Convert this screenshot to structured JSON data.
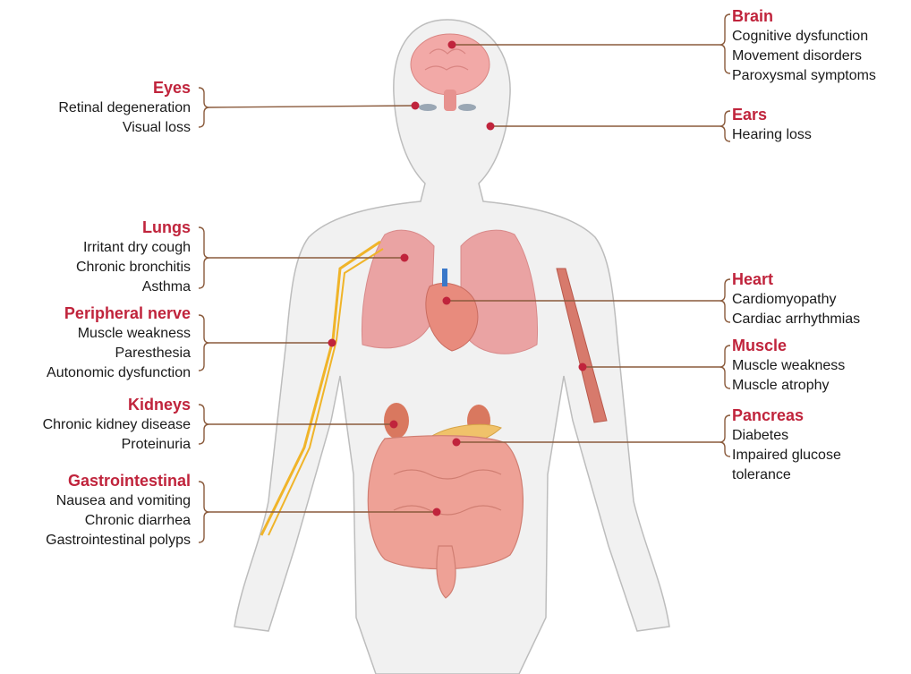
{
  "colors": {
    "accent": "#c0243c",
    "connector": "#8a5a3c",
    "dot": "#c0243c",
    "body_fill": "#f1f1f1",
    "body_stroke": "#bdbdbd",
    "brain": "#f2a9a7",
    "lung": "#eaa3a3",
    "organ": "#e99a8f",
    "nerve": "#f0b429",
    "heart": "#e88b7d"
  },
  "icons": [
    "human-body-outline",
    "brain-icon",
    "lungs-icon",
    "heart-icon",
    "muscle-icon",
    "pancreas-icon",
    "kidneys-icon",
    "intestines-icon",
    "nerve-icon"
  ],
  "groups": {
    "brain": {
      "title": "Brain",
      "items": [
        "Cognitive dysfunction",
        "Movement disorders",
        "Paroxysmal symptoms"
      ]
    },
    "eyes": {
      "title": "Eyes",
      "items": [
        "Retinal degeneration",
        "Visual loss"
      ]
    },
    "ears": {
      "title": "Ears",
      "items": [
        "Hearing loss"
      ]
    },
    "lungs": {
      "title": "Lungs",
      "items": [
        "Irritant dry cough",
        "Chronic bronchitis",
        "Asthma"
      ]
    },
    "peripheral_nerve": {
      "title": "Peripheral nerve",
      "items": [
        "Muscle weakness",
        "Paresthesia",
        "Autonomic dysfunction"
      ]
    },
    "heart": {
      "title": "Heart",
      "items": [
        "Cardiomyopathy",
        "Cardiac arrhythmias"
      ]
    },
    "muscle": {
      "title": "Muscle",
      "items": [
        "Muscle weakness",
        "Muscle atrophy"
      ]
    },
    "kidneys": {
      "title": "Kidneys",
      "items": [
        "Chronic kidney disease",
        "Proteinuria"
      ]
    },
    "pancreas": {
      "title": "Pancreas",
      "items": [
        "Diabetes",
        "Impaired glucose",
        "tolerance"
      ]
    },
    "gastrointestinal": {
      "title": "Gastrointestinal",
      "items": [
        "Nausea and vomiting",
        "Chronic diarrhea",
        "Gastrointestinal polyps"
      ]
    }
  }
}
